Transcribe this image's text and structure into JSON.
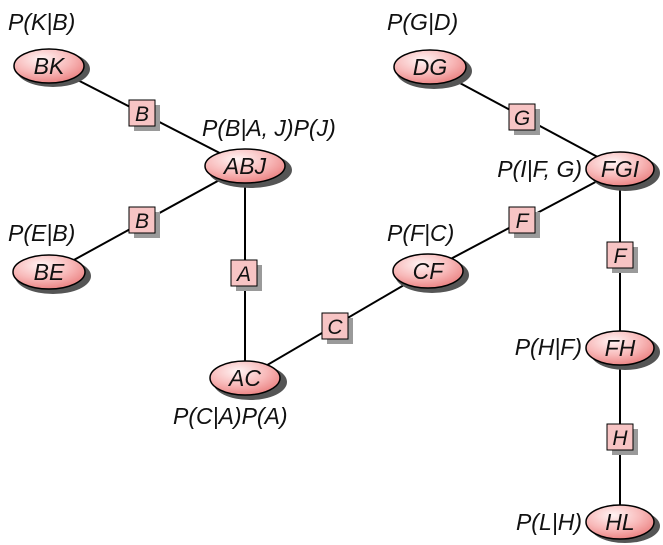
{
  "nodes": {
    "BK": {
      "text": "BK",
      "potential": "P(K|B)"
    },
    "ABJ": {
      "text": "ABJ",
      "potential": "P(B|A, J)P(J)"
    },
    "BE": {
      "text": "BE",
      "potential": "P(E|B)"
    },
    "AC": {
      "text": "AC",
      "potential": "P(C|A)P(A)"
    },
    "CF": {
      "text": "CF",
      "potential": "P(F|C)"
    },
    "DG": {
      "text": "DG",
      "potential": "P(G|D)"
    },
    "FGI": {
      "text": "FGI",
      "potential": "P(I|F, G)"
    },
    "FH": {
      "text": "FH",
      "potential": "P(H|F)"
    },
    "HL": {
      "text": "HL",
      "potential": "P(L|H)"
    }
  },
  "separators": {
    "BK_ABJ": "B",
    "BE_ABJ": "B",
    "ABJ_AC": "A",
    "AC_CF": "C",
    "CF_FGI": "F",
    "DG_FGI": "G",
    "FGI_FH": "F",
    "FH_HL": "H"
  },
  "colors": {
    "node_fill_light": "#fde3e3",
    "node_fill_dark": "#f08a8a",
    "separator_fill": "#f7c4c4",
    "separator_shadow": "#9a9a9a"
  }
}
